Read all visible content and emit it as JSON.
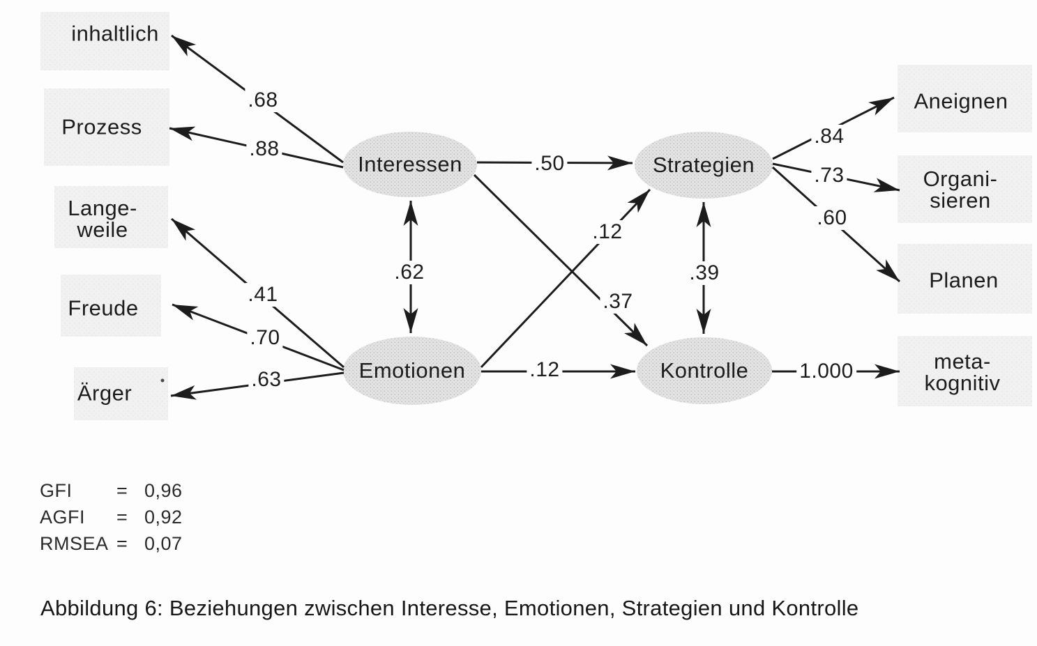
{
  "figure": {
    "caption": "Abbildung 6: Beziehungen zwischen Interesse, Emotionen, Strategien und Kontrolle",
    "type": "structural-equation-model-path-diagram"
  },
  "latent": {
    "interessen": "Interessen",
    "emotionen": "Emotionen",
    "strategien": "Strategien",
    "kontrolle": "Kontrolle"
  },
  "observed": {
    "inhaltlich": {
      "label": "inhaltlich"
    },
    "prozess": {
      "label": "Prozess"
    },
    "langeweile": {
      "line1": "Lange-",
      "line2": "weile"
    },
    "freude": {
      "label": "Freude"
    },
    "aerger": {
      "label": "Ärger"
    },
    "aneignen": {
      "label": "Aneignen"
    },
    "organisieren": {
      "line1": "Organi-",
      "line2": "sieren"
    },
    "planen": {
      "label": "Planen"
    },
    "metakognitiv": {
      "line1": "meta-",
      "line2": "kognitiv"
    }
  },
  "paths": [
    {
      "from": "Interessen",
      "to": "inhaltlich",
      "type": "loading",
      "coefficient": ".68"
    },
    {
      "from": "Interessen",
      "to": "Prozess",
      "type": "loading",
      "coefficient": ".88"
    },
    {
      "from": "Emotionen",
      "to": "Langeweile",
      "type": "loading",
      "coefficient": ".41"
    },
    {
      "from": "Emotionen",
      "to": "Freude",
      "type": "loading",
      "coefficient": ".70"
    },
    {
      "from": "Emotionen",
      "to": "Ärger",
      "type": "loading",
      "coefficient": ".63"
    },
    {
      "from": "Interessen",
      "to": "Emotionen",
      "type": "covariance",
      "coefficient": ".62"
    },
    {
      "from": "Interessen",
      "to": "Strategien",
      "type": "regression",
      "coefficient": ".50"
    },
    {
      "from": "Emotionen",
      "to": "Strategien",
      "type": "regression",
      "coefficient": ".12"
    },
    {
      "from": "Interessen",
      "to": "Kontrolle",
      "type": "regression",
      "coefficient": ".37"
    },
    {
      "from": "Emotionen",
      "to": "Kontrolle",
      "type": "regression",
      "coefficient": ".12"
    },
    {
      "from": "Strategien",
      "to": "Kontrolle",
      "type": "covariance",
      "coefficient": ".39"
    },
    {
      "from": "Strategien",
      "to": "Aneignen",
      "type": "loading",
      "coefficient": ".84"
    },
    {
      "from": "Strategien",
      "to": "Organisieren",
      "type": "loading",
      "coefficient": ".73"
    },
    {
      "from": "Strategien",
      "to": "Planen",
      "type": "loading",
      "coefficient": ".60"
    },
    {
      "from": "Kontrolle",
      "to": "metakognitiv",
      "type": "loading",
      "coefficient": "1.000"
    }
  ],
  "fit": {
    "rows": [
      {
        "name": "GFI",
        "eq": "=",
        "value": "0,96"
      },
      {
        "name": "AGFI",
        "eq": "=",
        "value": "0,92"
      },
      {
        "name": "RMSEA",
        "eq": "=",
        "value": "0,07"
      }
    ]
  },
  "colors": {
    "ink": "#1c1c1c",
    "ellipse_fill": "#e2e2e2",
    "label_box_fill": "#efefef",
    "background": "#fdfdfd"
  }
}
